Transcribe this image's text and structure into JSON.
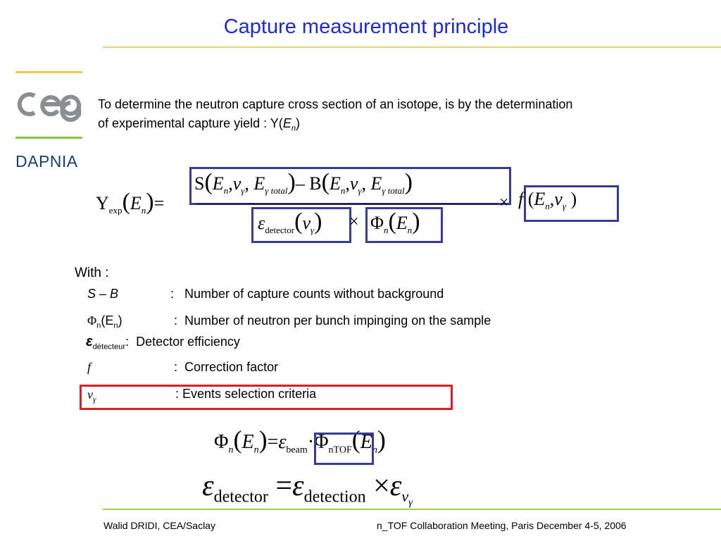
{
  "title": "Capture measurement principle",
  "logo": {
    "org": "cea",
    "department": "DAPNIA"
  },
  "intro": {
    "line1": "To determine the neutron capture cross section of an isotope, is by the determination",
    "line2_prefix": "of experimental capture yield : Y(",
    "line2_var": "E",
    "line2_sub": "n",
    "line2_suffix": ")"
  },
  "equation_main": {
    "lhs_symbol": "Y",
    "lhs_sub": "exp",
    "lhs_arg": "E",
    "lhs_arg_sub": "n",
    "numerator_S": "S",
    "numerator_minus_B": "– B",
    "E": "E",
    "n": "n",
    "nu": "ν",
    "gamma": "γ",
    "gamma_total": "γ total",
    "eps": "ε",
    "eps_sub": "detector",
    "Phi": "Φ",
    "times": "×",
    "f": "f"
  },
  "with_header": "With :",
  "definitions": [
    {
      "symbol": "S – B",
      "sep": ":",
      "text": "Number of capture counts without background"
    },
    {
      "symbol": "Φ",
      "symbol_sub": "n",
      "symbol_tail": "(E",
      "symbol_tail_sub": "n",
      "symbol_end": ")",
      "sep": ":",
      "text": "Number of neutron per bunch impinging on the sample"
    },
    {
      "symbol": "ε",
      "symbol_sub": "détecteur",
      "sep": ":",
      "text": "Detector efficiency"
    },
    {
      "symbol": "f",
      "sep": ":",
      "text": "Correction factor"
    },
    {
      "symbol": "ν",
      "symbol_sub": "γ",
      "sep": ":",
      "text": "Events selection criteria"
    }
  ],
  "equation_flux": {
    "Phi": "Φ",
    "n": "n",
    "E": "E",
    "eq": "=",
    "eps": "ε",
    "beam": "beam",
    "dot": "·",
    "ntof": "nTOF"
  },
  "equation_eff": {
    "eps": "ε",
    "detector": "detector",
    "eq": "=",
    "detection": "detection",
    "times": "×",
    "nu": "ν",
    "gamma": "γ"
  },
  "footer": {
    "left": "Walid DRIDI, CEA/Saclay",
    "right": "n_TOF Collaboration Meeting, Paris December 4-5, 2006"
  },
  "colors": {
    "title": "#1c2ad6",
    "frame": "#3a3b9a",
    "highlight": "#e31d24",
    "logo_gray": "#8a8e91"
  }
}
